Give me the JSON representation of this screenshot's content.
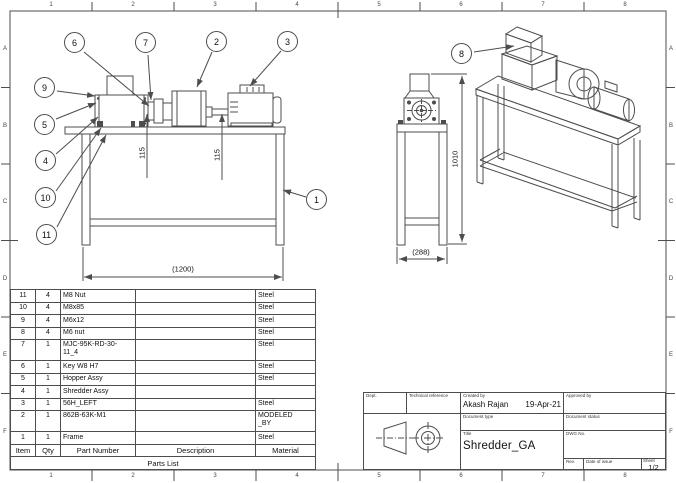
{
  "drawing": {
    "grid": {
      "cols": [
        "1",
        "2",
        "3",
        "4",
        "5",
        "6",
        "7",
        "8"
      ],
      "rows": [
        "A",
        "B",
        "C",
        "D",
        "E",
        "F"
      ]
    },
    "balloons": [
      "1",
      "2",
      "3",
      "4",
      "5",
      "6",
      "7",
      "8",
      "9",
      "10",
      "11"
    ],
    "dimensions": {
      "front_width": "(1200)",
      "shaft_height_left": "115",
      "shaft_height_right": "115",
      "side_height": "1010",
      "side_width": "(288)"
    }
  },
  "parts_list": {
    "title": "Parts List",
    "headers": {
      "item": "Item",
      "qty": "Qty",
      "part_number": "Part Number",
      "description": "Description",
      "material": "Material"
    },
    "rows": [
      {
        "item": "11",
        "qty": "4",
        "part_number": "M8 Nut",
        "description": "",
        "material": "Steel"
      },
      {
        "item": "10",
        "qty": "4",
        "part_number": "M8x85",
        "description": "",
        "material": "Steel"
      },
      {
        "item": "9",
        "qty": "4",
        "part_number": "M6x12",
        "description": "",
        "material": "Steel"
      },
      {
        "item": "8",
        "qty": "4",
        "part_number": "M6 nut",
        "description": "",
        "material": "Steel"
      },
      {
        "item": "7",
        "qty": "1",
        "part_number": "MJC-95K-RD-30-11_4",
        "description": "",
        "material": "Steel"
      },
      {
        "item": "6",
        "qty": "1",
        "part_number": "Key W8 H7",
        "description": "",
        "material": "Steel"
      },
      {
        "item": "5",
        "qty": "1",
        "part_number": "Hopper Assy",
        "description": "",
        "material": "Steel"
      },
      {
        "item": "4",
        "qty": "1",
        "part_number": "Shredder Assy",
        "description": "",
        "material": ""
      },
      {
        "item": "3",
        "qty": "1",
        "part_number": "56H_LEFT",
        "description": "",
        "material": "Steel"
      },
      {
        "item": "2",
        "qty": "1",
        "part_number": "862B-63K-M1",
        "description": "",
        "material": "MODELED_BY"
      },
      {
        "item": "1",
        "qty": "1",
        "part_number": "Frame",
        "description": "",
        "material": "Steel"
      }
    ]
  },
  "title_block": {
    "dept_label": "Dept.",
    "technical_reference_label": "Technical reference",
    "created_by_label": "Created by",
    "created_by": "Akash Rajan",
    "created_date": "19-Apr-21",
    "approved_by_label": "Approved by",
    "document_type_label": "Document type",
    "document_status_label": "Document status",
    "title_label": "Title",
    "title": "Shredder_GA",
    "dwg_no_label": "DWG No.",
    "rev_label": "Rev.",
    "date_of_issue_label": "Date of issue",
    "sheet_label": "Sheet",
    "sheet": "1/2"
  },
  "colors": {
    "line": "#4d4d4d",
    "text": "#1a1a1a",
    "background": "#ffffff"
  }
}
